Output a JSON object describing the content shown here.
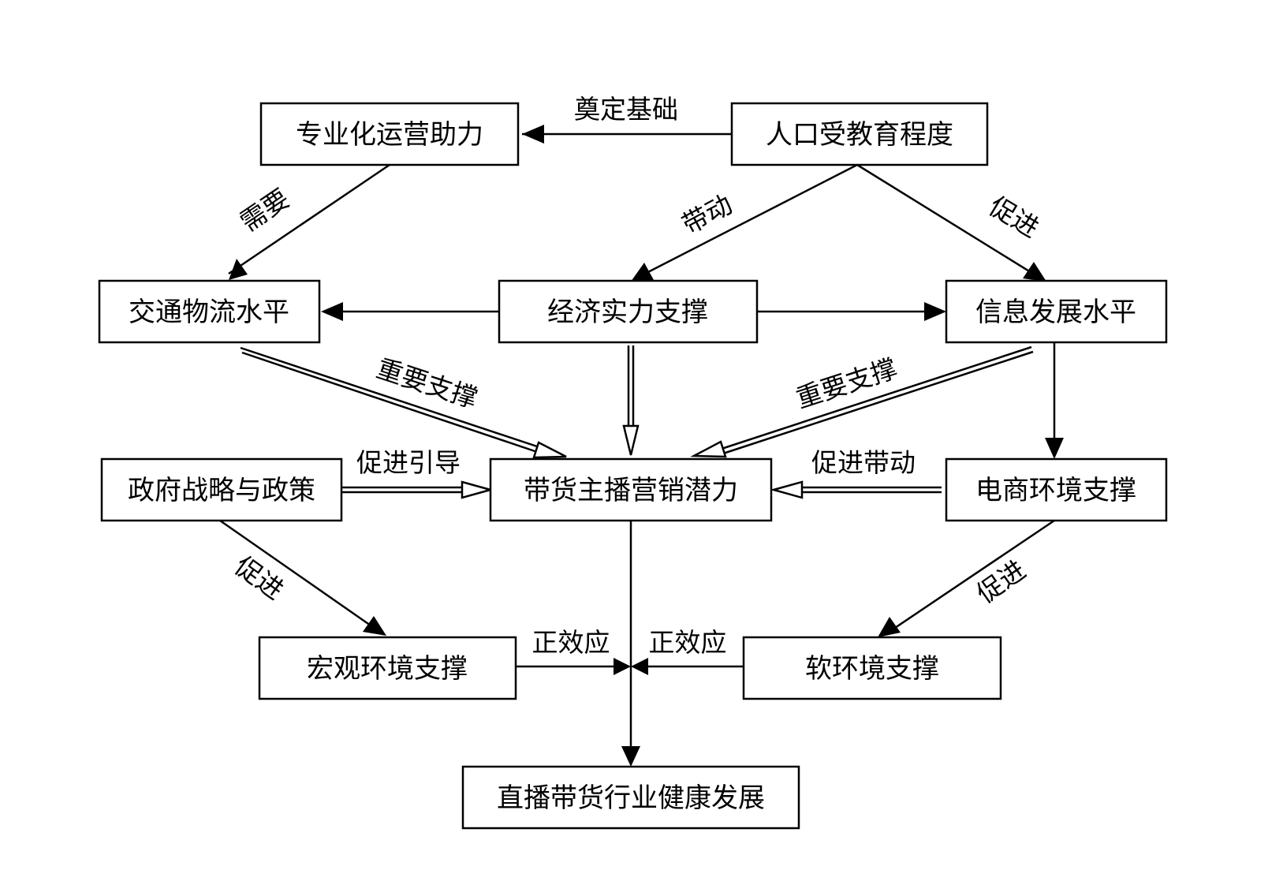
{
  "nodes": {
    "population_education": "人口受教育程度",
    "professional_operation": "专业化运营助力",
    "traffic_logistics": "交通物流水平",
    "economic_support": "经济实力支撑",
    "info_development": "信息发展水平",
    "gov_policy": "政府战略与政策",
    "streamer_potential": "带货主播营销潜力",
    "ecommerce_env": "电商环境支撑",
    "macro_env": "宏观环境支撑",
    "soft_env": "软环境支撑",
    "industry_health": "直播带货行业健康发展"
  },
  "edges": {
    "lay_foundation": "奠定基础",
    "need": "需要",
    "drive": "带动",
    "promote_right": "促进",
    "important_support_left": "重要支撑",
    "important_support_right": "重要支撑",
    "promote_guide": "促进引导",
    "promote_drive": "促进带动",
    "promote_left_bottom": "促进",
    "promote_right_bottom": "促进",
    "positive_effect_left": "正效应",
    "positive_effect_right": "正效应"
  }
}
